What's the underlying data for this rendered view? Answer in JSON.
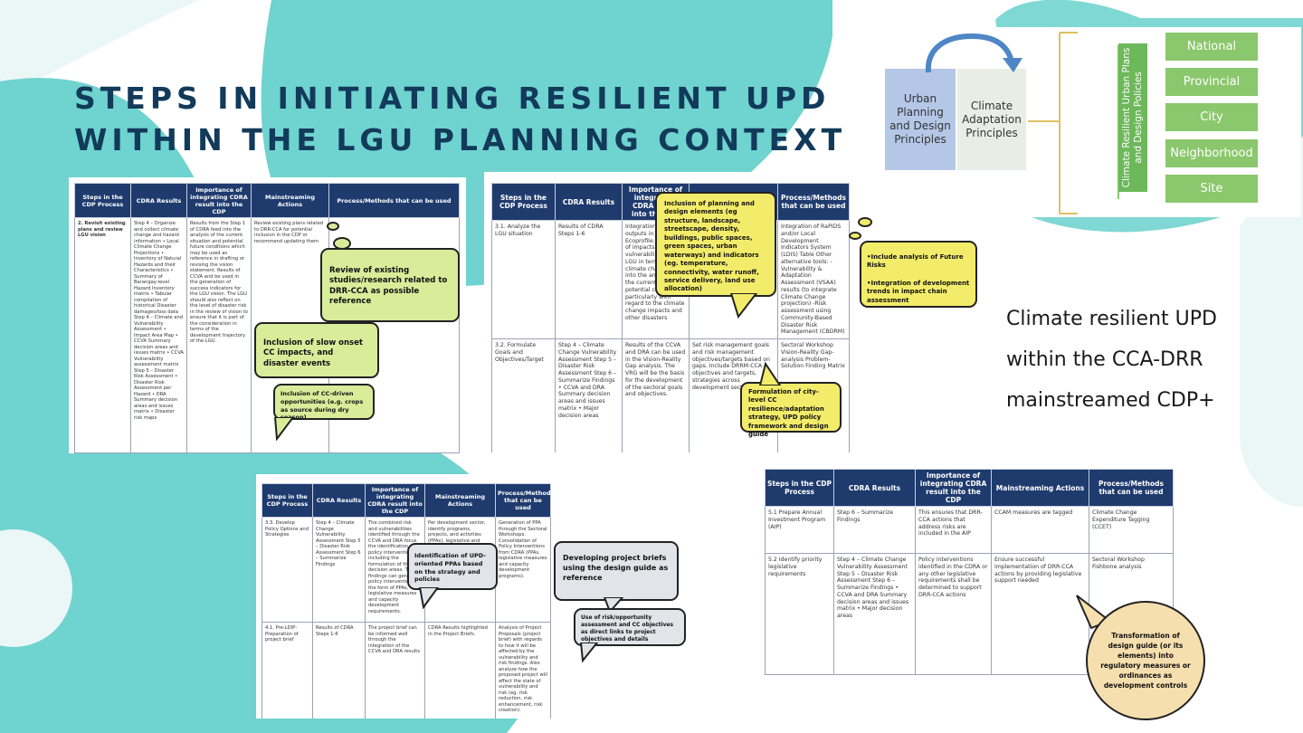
{
  "title": {
    "line1": "STEPS IN INITIATING RESILIENT UPD",
    "line2": "WITHIN THE LGU PLANNING CONTEXT"
  },
  "side_text": {
    "line1": "Climate resilient UPD",
    "line2": "within the CCA-DRR",
    "line3": "mainstreamed CDP+"
  },
  "colors": {
    "teal": "#6fd3cf",
    "title": "#123a5a",
    "header": "#1f3b6e",
    "green_bubble": "#d9ec9a",
    "yellow_bubble": "#f3ec6a",
    "level_box": "#8bc76c"
  },
  "diagram": {
    "urban": "Urban Planning and Design Principles",
    "climate": "Climate Adaptation Principles",
    "vertical_label": "Climate Resilient Urban Plans and Design Policies",
    "levels": [
      "National",
      "Provincial",
      "City",
      "Neighborhood",
      "Site"
    ]
  },
  "headers": {
    "steps": "Steps in the CDP Process",
    "cdra": "CDRA Results",
    "importance": "Importance of integrating CDRA result into the CDP",
    "mainstream": "Mainstreaming Actions",
    "process": "Process/Methods that can be used"
  },
  "table1": {
    "row": {
      "step": "2. Revisit existing plans and review LGU vision",
      "cdra": "Step 4 – Organize and collect climate change and hazard information • Local Climate Change Projections • Inventory of Natural Hazards and their Characteristics • Summary of Barangay-level Hazard Inventory matrix • Tabular compilation of historical Disaster damages/loss data   Step 4 – Climate and Vulnerability Assessment • Impact Area Map • CCVA Summary decision areas and issues matrix • CCVA Vulnerability assessment matrix   Step 5 – Disaster Risk Assessment • Disaster Risk Assessment per Hazard • DRA Summary decision areas and issues matrix • Disaster risk maps",
      "importance": "Results from the Step 1 of CDRA feed into the analysis of the current situation and potential future conditions which may be used as reference in drafting or revising the vision statement. Results of CCVA and be used in the generation of success indicators for the LGU vision. The LGU should also reflect on the level of disaster risk in the review of vision to ensure that it is part of the consideration in terms of the development trajectory of the LGU.",
      "mainstream": "Review existing plans related to DRR-CCA for potential inclusion in the CDP or recommend updating them"
    },
    "bubbles": {
      "b1": "Review of existing studies/research related to DRR-CCA as possible reference",
      "b2": "Inclusion of slow onset CC impacts, and disaster events",
      "b3": "Inclusion of CC-driven opportunities (e.g. crops as source during dry season)"
    }
  },
  "table2": {
    "rows": [
      {
        "step": "3.1. Analyze the LGU situation",
        "cdra": "Results of CDRA Steps 1-6",
        "importance": "Integration of CDRA outputs in the Ecoprofile: overview of impacts and vulnerabilities of the LGU in terms of climate change feeds into the analysis of the current and potential conditions, particularly with regard to the climate change impacts and other disasters",
        "mainstream": "",
        "process": "Integration of RaPIDS and/or Local Development Indicators System (LDIS) Table   Other alternative tools: -Vulnerability & Adaptation Assessment (VSAA) results (to integrate Climate Change projection) -Risk assessment using Community-Based Disaster Risk Management (CBDRM)"
      },
      {
        "step": "3.2. Formulate Goals and Objectives/Target",
        "cdra": "Step 4 – Climate Change Vulnerability Assessment   Step 5 – Disaster Risk Assessment   Step 6 – Summarize Findings • CCVA and DRA Summary decision areas and issues matrix • Major decision areas",
        "importance": "Results of the CCVA and DRA can be used in the Vision-Reality Gap analysis. The VRG will be the basis for the development of the sectoral goals and objectives.",
        "mainstream": "Set risk management goals and risk management objectives/targets based on gaps. Include DRRM-CCA objectives and targets, strategies across development sectors.",
        "process": "Sectoral Workshop   Vision-Reality Gap-analysis   Problem-Solution Finding Matrix"
      }
    ],
    "bubbles": {
      "b1": "Inclusion of planning and design elements (eg structure, landscape, streetscape, density, buildings, public spaces, green spaces, urban waterways) and indicators (eg. temperature, connectivity, water runoff, service delivery, land use allocation)",
      "b2a": "•Include analysis of Future Risks",
      "b2b": "•Integration of development trends in impact chain assessment",
      "b3": "Formulation of city-level CC resilience/adaptation strategy, UPD policy framework and design guide"
    }
  },
  "table3": {
    "rows": [
      {
        "step": "3.3. Develop Policy Options and Strategies",
        "cdra": "Step 4 – Climate Change Vulnerability Assessment   Step 5 – Disaster Risk Assessment   Step 6 – Summarize Findings",
        "importance": "The combined risk and vulnerabilities identified through the CCVA and DRA focus the identification of policy intervention including the formulation of the decision areas. The findings can generate policy interventions in the form of PPAs, legislative measures and capacity development requirements.",
        "mainstream": "Per development sector, identify programs, projects, and activities (PPAs), legislative and capacity development requirements.",
        "process": "Generation of PPA through the Sectoral Workshops.   Consolidation of Policy Interventions from CDRA (PPAs, legislative measures and capacity development programs)."
      },
      {
        "step": "4.1. Pre-LDIP: Preparation of project brief",
        "cdra": "Results of CDRA Steps 1-6",
        "importance": "The project brief can be informed well through the integration of the CCVA and DRA results",
        "mainstream": "CDRA Results highlighted in the Project Briefs.",
        "process": "Analysis of Project Proposals (project brief) with regards to how it will be affected by the vulnerability and risk findings.   Also analyze how the proposed project will affect the state of vulnerability and risk (eg. risk reduction, risk enhancement, risk creation)."
      }
    ],
    "bubbles": {
      "b1": "Identification of UPD-oriented PPAs based on the strategy and policies",
      "b2": "Developing project briefs using the design guide as reference",
      "b3": "Use of risk/opportunity assessment and CC objectives as direct links to project objectives and details"
    }
  },
  "table4": {
    "rows": [
      {
        "step": "5.1 Prepare Annual Investment Program (AIP)",
        "cdra": "Step 6 – Summarize Findings",
        "importance": "This ensures that DRR-CCA actions that address risks are included in the AIP",
        "mainstream": "CCAM measures are tagged",
        "process": "Climate Change Expenditure Tagging (CCET)"
      },
      {
        "step": "5.2 Identify priority legislative requirements",
        "cdra": "Step 4 – Climate Change Vulnerability Assessment   Step 5 – Disaster Risk Assessment   Step 6 – Summarize Findings • CCVA and DRA Summary decision areas and issues matrix • Major decision areas",
        "importance": "Policy interventions identified in the CDRA or any other legislative requirements shall be determined to support DRR-CCA actions",
        "mainstream": "Ensure successful implementation of DRR-CCA actions by providing legislative support needed",
        "process": "Sectoral Workshop   Fishbone analysis"
      }
    ],
    "bubble": "Transformation of design guide (or its elements) into regulatory measures or ordinances as development controls"
  }
}
